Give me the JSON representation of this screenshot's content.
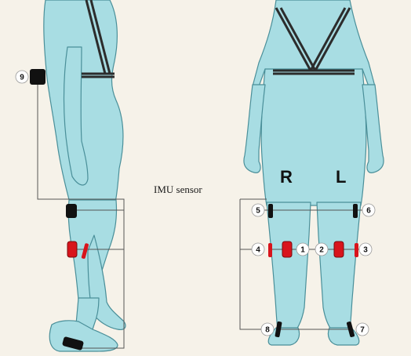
{
  "title": "IMU sensor",
  "side_labels": {
    "right": "R",
    "left": "L"
  },
  "sensor_numbers": [
    "1",
    "2",
    "3",
    "4",
    "5",
    "6",
    "7",
    "8",
    "9"
  ],
  "colors": {
    "background": "#f6f2e9",
    "body_fill": "#a8dde3",
    "body_outline": "#4a8f99",
    "strap": "#2c2c2c",
    "sensor_black": "#111111",
    "sensor_red": "#d8141c",
    "leader_line": "#555555"
  },
  "icons": {
    "figure_side": "person-side-view-icon",
    "figure_front": "person-front-view-icon",
    "sensor": "imu-sensor-icon"
  }
}
